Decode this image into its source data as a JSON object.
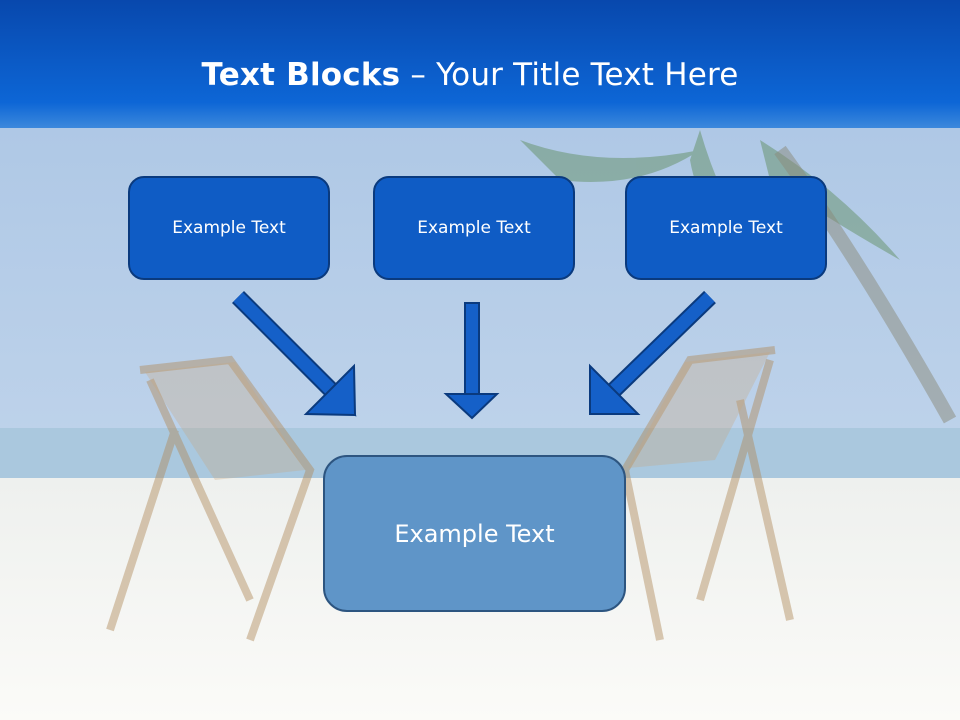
{
  "title": {
    "bold": "Text Blocks",
    "dash": " – ",
    "rest": "Your Title Text Here"
  },
  "blocks": {
    "left": "Example Text",
    "center": "Example Text",
    "right": "Example Text",
    "bottom": "Example Text"
  },
  "colors": {
    "header_blue": "#0a5cc8",
    "box_fill": "#0f5cc5",
    "box_border": "#0a3a7e",
    "big_box_fill": "#5f95c8",
    "arrow_fill": "#1560c8"
  }
}
